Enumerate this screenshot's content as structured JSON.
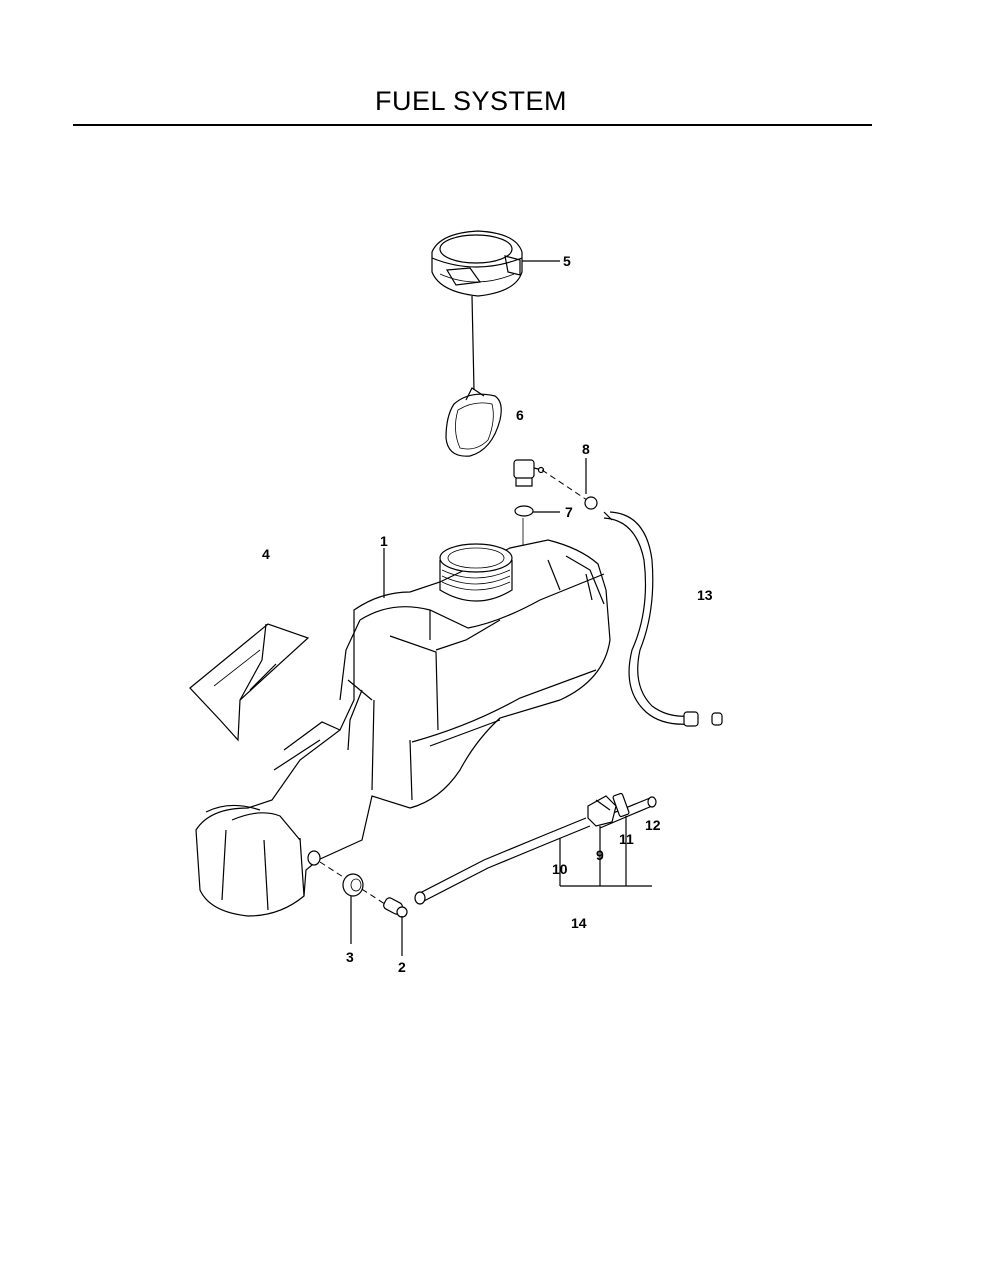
{
  "title": "FUEL SYSTEM",
  "callouts": {
    "c1": "1",
    "c2": "2",
    "c3": "3",
    "c4": "4",
    "c5": "5",
    "c6": "6",
    "c7": "7",
    "c8": "8",
    "c9": "9",
    "c10": "10",
    "c11": "11",
    "c12": "12",
    "c13": "13",
    "c14": "14"
  }
}
